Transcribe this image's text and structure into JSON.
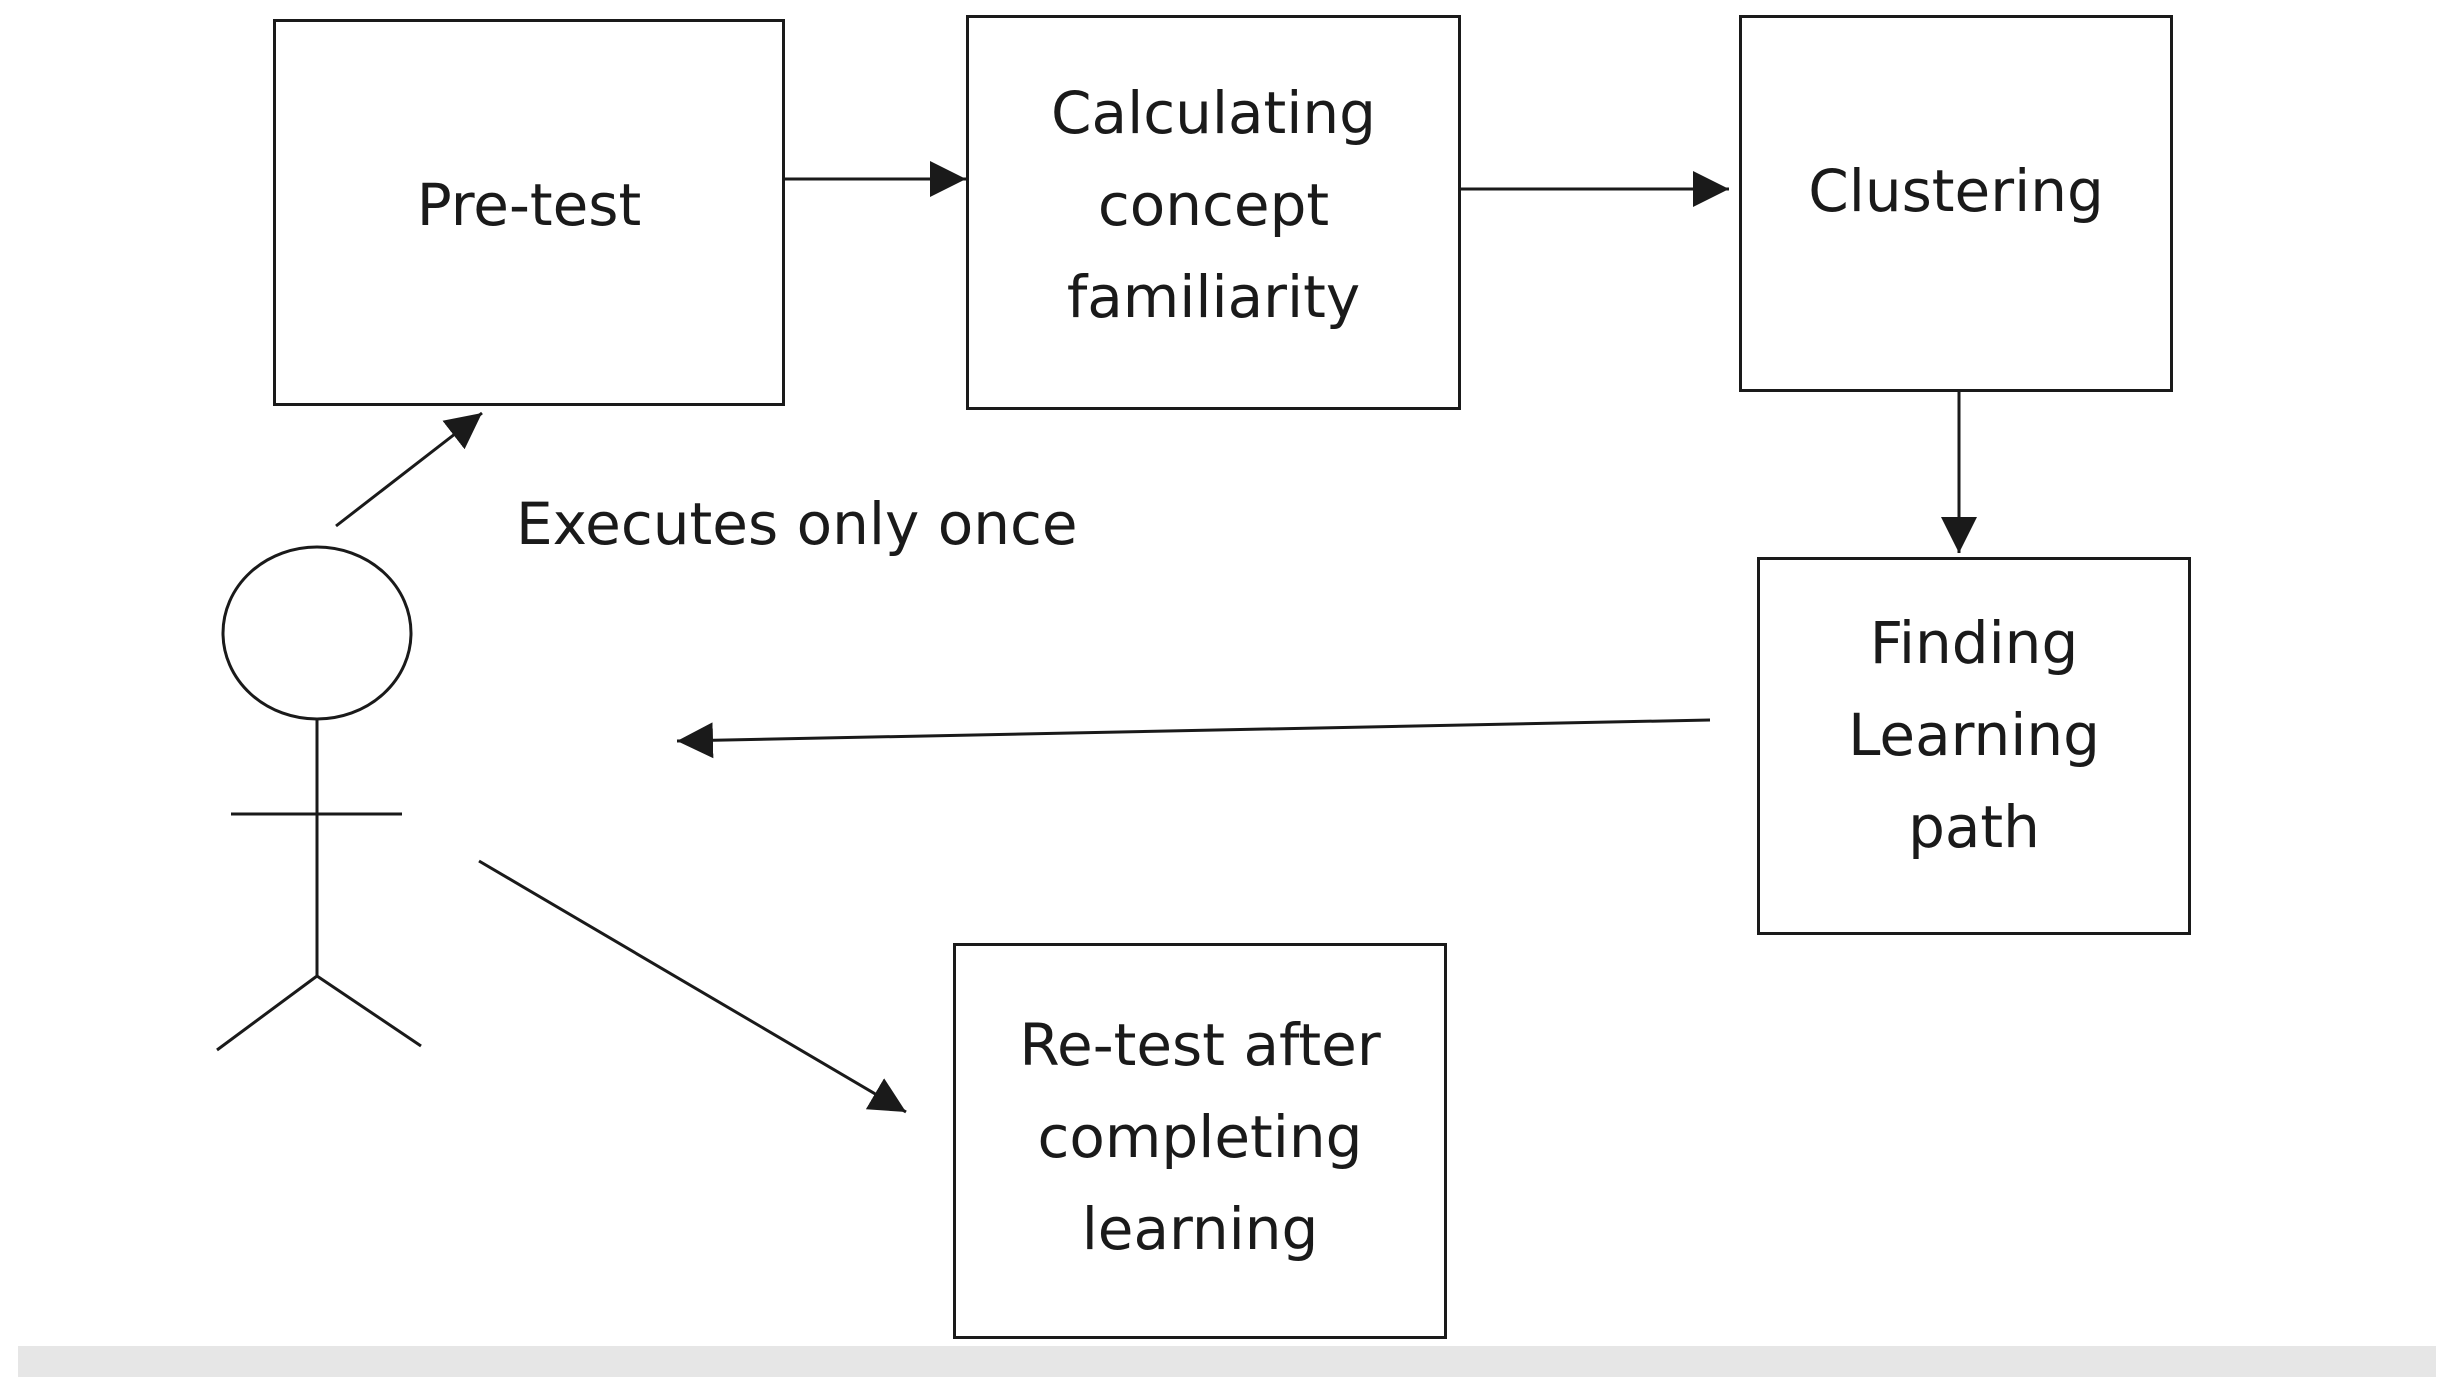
{
  "diagram": {
    "boxes": {
      "pretest": {
        "lines": [
          "Pre-test"
        ]
      },
      "calculating": {
        "lines": [
          "Calculating",
          "concept",
          "familiarity"
        ]
      },
      "clustering": {
        "lines": [
          "Clustering"
        ]
      },
      "finding": {
        "lines": [
          "Finding",
          "Learning",
          "path"
        ]
      },
      "retest": {
        "lines": [
          "Re-test after",
          "completing",
          "learning"
        ]
      }
    },
    "note": "Executes only once",
    "colors": {
      "stroke": "#1a1a1a",
      "background": "#ffffff",
      "footer": "#e6e6e6"
    }
  }
}
